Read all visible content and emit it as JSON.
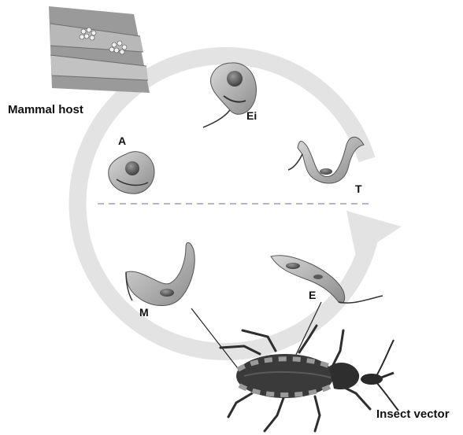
{
  "labels": {
    "mammal_host": "Mammal host",
    "insect_vector": "Insect vector",
    "stage_ei": "Ei",
    "stage_t": "T",
    "stage_a": "A",
    "stage_m": "M",
    "stage_e": "E"
  },
  "colors": {
    "cycle_arrow": "#e2e2e2",
    "divider": "#9a9ac8",
    "parasite_body": "#a9a9a9",
    "parasite_dark": "#4a4a4a",
    "insect_body": "#3a3a3a",
    "tissue": "#8a8a8a"
  },
  "icons": {
    "mammal_tissue": "muscle-tissue-image",
    "insect": "triatomine-bug-image"
  }
}
